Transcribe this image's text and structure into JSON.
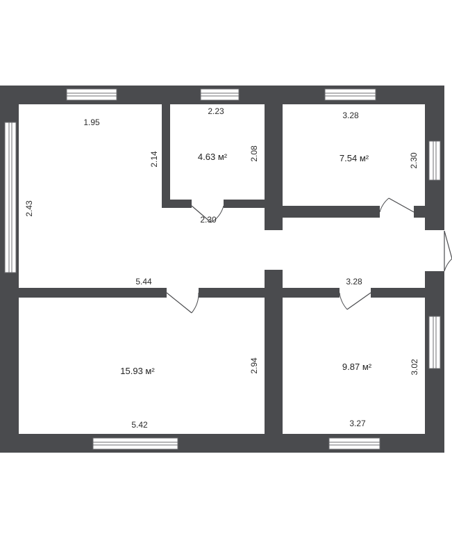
{
  "rooms": [
    {
      "area": "4.63 м²"
    },
    {
      "area": "7.54 м²"
    },
    {
      "area": "15.93 м²"
    },
    {
      "area": "9.87 м²"
    }
  ],
  "dimensions": {
    "room1_top": "1.95",
    "room1_left": "2.43",
    "room1_right": "2.14",
    "room2_top": "2.23",
    "room2_right": "2.08",
    "room2_bottom": "2.30",
    "room3_top": "3.28",
    "room3_right": "2.30",
    "hall_bottom_left": "5.44",
    "hall_bottom_right": "3.28",
    "room4_right": "2.94",
    "room4_bottom": "5.42",
    "room5_right": "3.02",
    "room5_bottom": "3.27"
  }
}
